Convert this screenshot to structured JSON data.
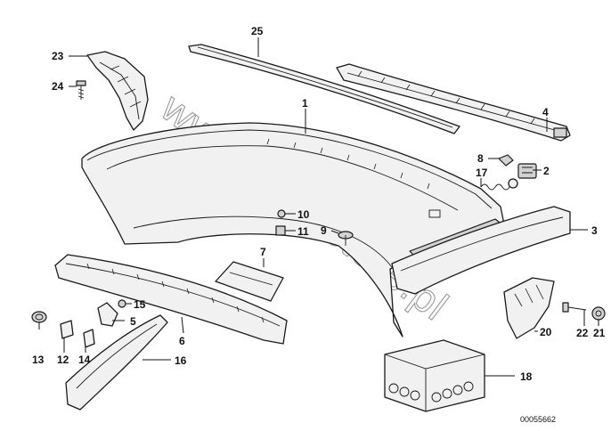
{
  "diagram": {
    "callouts": {
      "c1": "1",
      "c2": "2",
      "c3": "3",
      "c4": "4",
      "c5": "5",
      "c6": "6",
      "c7": "7",
      "c8": "8",
      "c9": "9",
      "c10": "10",
      "c11": "11",
      "c12": "12",
      "c13": "13",
      "c14": "14",
      "c15": "15",
      "c16": "16",
      "c17": "17",
      "c18": "18",
      "c20": "20",
      "c21": "21",
      "c22": "22",
      "c23": "23",
      "c24": "24",
      "c25": "25"
    },
    "drawing_number": "00055662",
    "watermark": "www.BMWstore.pl"
  }
}
